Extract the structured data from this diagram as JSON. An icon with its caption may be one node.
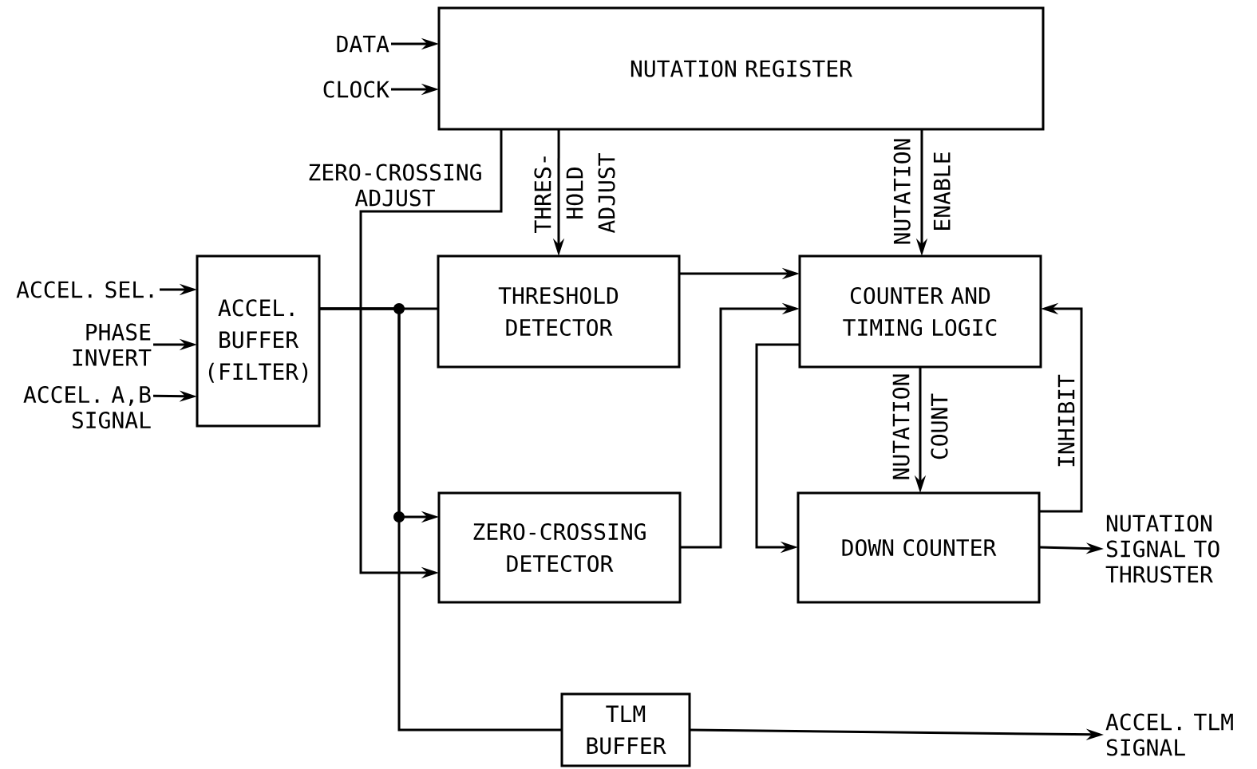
{
  "diagram": {
    "nodes": [
      {
        "text": [
          "NUTATION REGISTER"
        ]
      },
      {
        "text": [
          "ACCEL. BUFFER (FILTER)"
        ]
      },
      {
        "text": [
          "THRESHOLD DETECTOR"
        ]
      },
      {
        "text": [
          "COUNTER AND TIMING LOGIC"
        ]
      },
      {
        "text": [
          "ZERO-CROSSING DETECTOR"
        ]
      },
      {
        "text": [
          "DOWN COUNTER"
        ]
      },
      {
        "text": [
          "TLM BUFFER"
        ]
      },
      {
        "text": [
          "DATA"
        ]
      },
      {
        "text": [
          "CLOCK"
        ]
      },
      {
        "text": [
          "ACCEL. SEL."
        ]
      },
      {
        "text": [
          "PHASE INVERT"
        ]
      },
      {
        "text": [
          "ACCEL. A,B SIGNAL"
        ]
      },
      {
        "text": [
          "NUTATION SIGNAL TO THRUSTER"
        ]
      },
      {
        "text": [
          "ACCEL. TLM SIGNAL"
        ]
      }
    ],
    "edges": [
      {
        "from": 7,
        "to": 0,
        "arrow": "to"
      },
      {
        "from": 8,
        "to": 0,
        "arrow": "to"
      },
      {
        "from": 9,
        "to": 1,
        "arrow": "to"
      },
      {
        "from": 10,
        "to": 1,
        "arrow": "to"
      },
      {
        "from": 11,
        "to": 1,
        "arrow": "to"
      },
      {
        "from": 0,
        "to": 4,
        "arrow": "to",
        "label": "ZERO-CROSSING ADJUST"
      },
      {
        "from": 0,
        "to": 2,
        "arrow": "to",
        "label": "THRES- HOLD ADJUST"
      },
      {
        "from": 0,
        "to": 3,
        "arrow": "to",
        "label": "NUTATION ENABLE"
      },
      {
        "from": 1,
        "to": 2,
        "arrow": "none"
      },
      {
        "from": 1,
        "to": 4,
        "arrow": "to"
      },
      {
        "from": 1,
        "to": 6,
        "arrow": "none"
      },
      {
        "from": 2,
        "to": 3,
        "arrow": "to"
      },
      {
        "from": 4,
        "to": 3,
        "arrow": "to"
      },
      {
        "from": 3,
        "to": 5,
        "arrow": "to"
      },
      {
        "from": 3,
        "to": 5,
        "arrow": "to",
        "label": "NUTATION COUNT"
      },
      {
        "from": 5,
        "to": 3,
        "arrow": "to",
        "label": "INHIBIT"
      },
      {
        "from": 5,
        "to": 12,
        "arrow": "to"
      },
      {
        "from": 6,
        "to": 13,
        "arrow": "to"
      }
    ]
  }
}
